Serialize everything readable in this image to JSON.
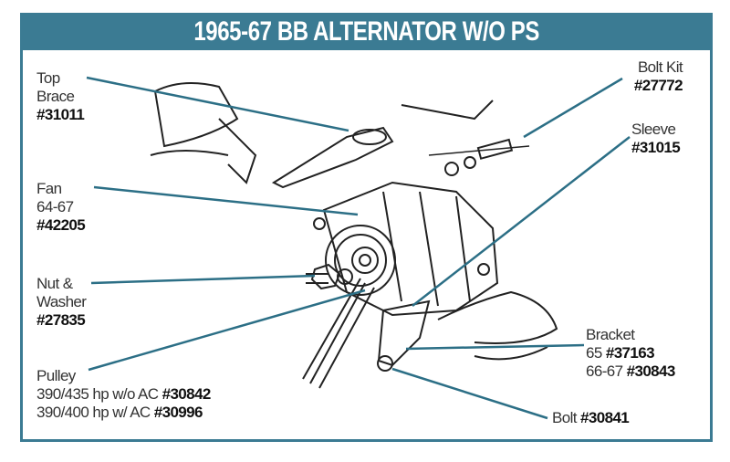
{
  "title": "1965-67 BB ALTERNATOR W/O PS",
  "colors": {
    "accent": "#3b7b93",
    "leader": "#2c6f86"
  },
  "labels": {
    "top_brace": {
      "line1": "Top",
      "line2": "Brace",
      "part": "#31011"
    },
    "bolt_kit": {
      "name": "Bolt Kit",
      "part": "#27772"
    },
    "sleeve": {
      "name": "Sleeve",
      "part": "#31015"
    },
    "fan": {
      "name": "Fan",
      "years": "64-67",
      "part": "#42205"
    },
    "nut_washer": {
      "line1": "Nut &",
      "line2": "Washer",
      "part": "#27835"
    },
    "pulley": {
      "name": "Pulley",
      "opt1": "390/435 hp w/o AC ",
      "part1": "#30842",
      "opt2": "390/400 hp w/ AC ",
      "part2": "#30996"
    },
    "bracket": {
      "name": "Bracket",
      "y1": "65 ",
      "part1": "#37163",
      "y2": "66-67 ",
      "part2": "#30843"
    },
    "bolt": {
      "name": "Bolt ",
      "part": "#30841"
    }
  }
}
